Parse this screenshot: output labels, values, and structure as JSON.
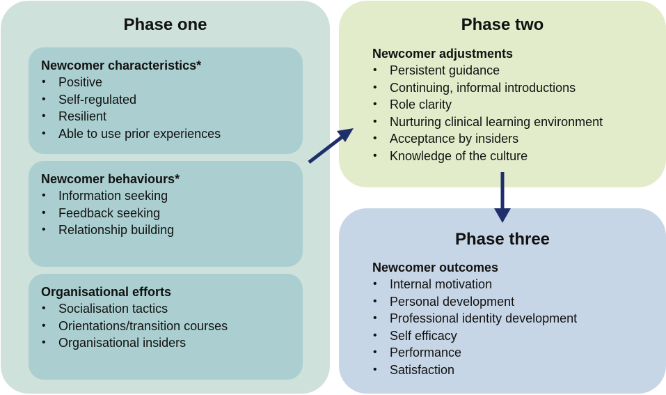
{
  "phase_one": {
    "title": "Phase one",
    "groups": [
      {
        "heading": "Newcomer characteristics*",
        "items": [
          "Positive",
          "Self-regulated",
          "Resilient",
          "Able to use prior experiences"
        ]
      },
      {
        "heading": "Newcomer behaviours*",
        "items": [
          "Information seeking",
          "Feedback seeking",
          "Relationship building"
        ]
      },
      {
        "heading": "Organisational efforts",
        "items": [
          "Socialisation tactics",
          "Orientations/transition courses",
          "Organisational insiders"
        ]
      }
    ]
  },
  "phase_two": {
    "title": "Phase two",
    "heading": "Newcomer adjustments",
    "items": [
      "Persistent guidance",
      "Continuing, informal introductions",
      "Role clarity",
      "Nurturing clinical learning environment",
      "Acceptance by insiders",
      "Knowledge of the culture"
    ]
  },
  "phase_three": {
    "title": "Phase three",
    "heading": "Newcomer outcomes",
    "items": [
      "Internal motivation",
      "Personal development",
      "Professional identity development",
      "Self efficacy",
      "Performance",
      "Satisfaction"
    ]
  },
  "bullet_glyph": "•",
  "colors": {
    "phase_one_bg": "#cfe1db",
    "phase_one_inner": "#abcfd0",
    "phase_two_bg": "#e3ecca",
    "phase_three_bg": "#c7d6e6",
    "arrow": "#1f2f6b"
  }
}
